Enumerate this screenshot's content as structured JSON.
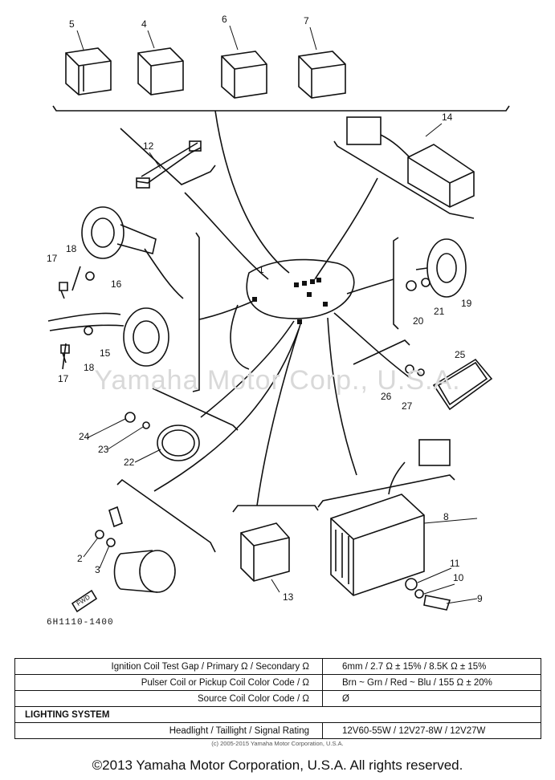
{
  "watermark": "Yamaha Motor Corp., U.S.A.",
  "part_code": "6H1110-1400",
  "callouts": [
    "1",
    "2",
    "3",
    "4",
    "5",
    "6",
    "7",
    "8",
    "9",
    "10",
    "11",
    "12",
    "13",
    "14",
    "15",
    "16",
    "17",
    "18",
    "19",
    "20",
    "21",
    "22",
    "23",
    "24",
    "25",
    "26",
    "27"
  ],
  "arrow_label": "FWD",
  "specs": {
    "rows": [
      {
        "label": "Ignition Coil Test Gap / Primary Ω / Secondary Ω",
        "value": "6mm / 2.7 Ω ± 15% / 8.5K Ω ± 15%"
      },
      {
        "label": "Pulser Coil or Pickup Coil Color Code / Ω",
        "value": "Brn ~ Grn / Red ~ Blu / 155 Ω ± 20%"
      },
      {
        "label": "Source Coil Color Code / Ω",
        "value": "Ø"
      },
      {
        "section": "LIGHTING SYSTEM"
      },
      {
        "label": "Headlight / Taillight / Signal Rating",
        "value": "12V60-55W / 12V27-8W / 12V27W"
      }
    ]
  },
  "small_copyright": "(c) 2005-2015 Yamaha Motor Corporation, U.S.A.",
  "footer": "©2013 Yamaha Motor Corporation, U.S.A. All rights reserved."
}
